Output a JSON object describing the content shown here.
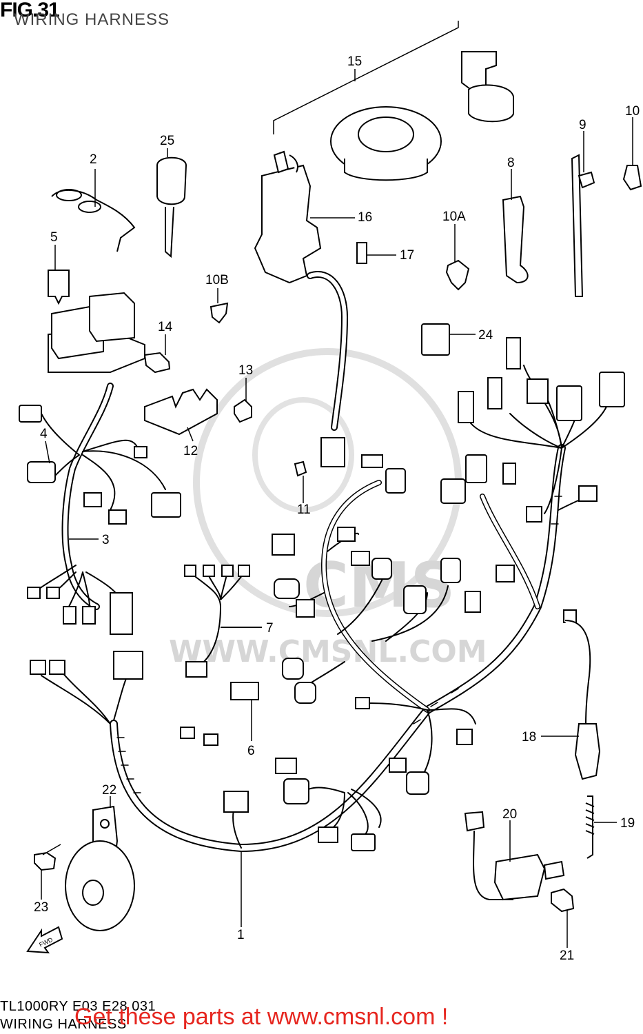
{
  "figure": {
    "title": "FIG.31",
    "subtitle": "WIRING HARNESS",
    "reference_code": "TL1000RY E03 E28 031",
    "reference_caption": "WIRING HARNESS"
  },
  "promo": {
    "text": "Get these parts at www.cmsnl.com !",
    "color": "#e6261f"
  },
  "watermark": {
    "brand": "CMS",
    "url": "WWW.CMSNL.COM"
  },
  "direction_arrow": "FWD",
  "parts": [
    {
      "number": "1"
    },
    {
      "number": "2"
    },
    {
      "number": "3"
    },
    {
      "number": "4"
    },
    {
      "number": "5"
    },
    {
      "number": "6"
    },
    {
      "number": "7"
    },
    {
      "number": "8"
    },
    {
      "number": "9"
    },
    {
      "number": "10"
    },
    {
      "number": "10A"
    },
    {
      "number": "10B"
    },
    {
      "number": "11"
    },
    {
      "number": "12"
    },
    {
      "number": "13"
    },
    {
      "number": "14"
    },
    {
      "number": "15"
    },
    {
      "number": "16"
    },
    {
      "number": "17"
    },
    {
      "number": "18"
    },
    {
      "number": "19"
    },
    {
      "number": "20"
    },
    {
      "number": "21"
    },
    {
      "number": "22"
    },
    {
      "number": "23"
    },
    {
      "number": "24"
    },
    {
      "number": "25"
    }
  ]
}
